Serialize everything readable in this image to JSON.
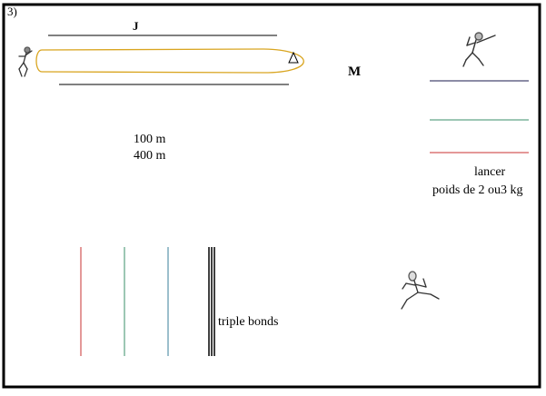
{
  "section_number": "3)",
  "zone_j_label": "J",
  "zone_m_label": "M",
  "track_distances": [
    "100 m",
    "400 m"
  ],
  "throw_label_line1": "lancer",
  "throw_label_line2": "poids de 2 ou3 kg",
  "triple_jump_label": "triple bonds",
  "colors": {
    "track_oval": "#d9a520",
    "dark_line": "#1a1a4d",
    "green_line": "#3a8f6a",
    "red_line": "#c83232",
    "teal_line": "#3a7f9a"
  },
  "icons": [
    "runner-icon",
    "shot-put-icon",
    "cone-marker-icon",
    "sprinter-icon"
  ]
}
